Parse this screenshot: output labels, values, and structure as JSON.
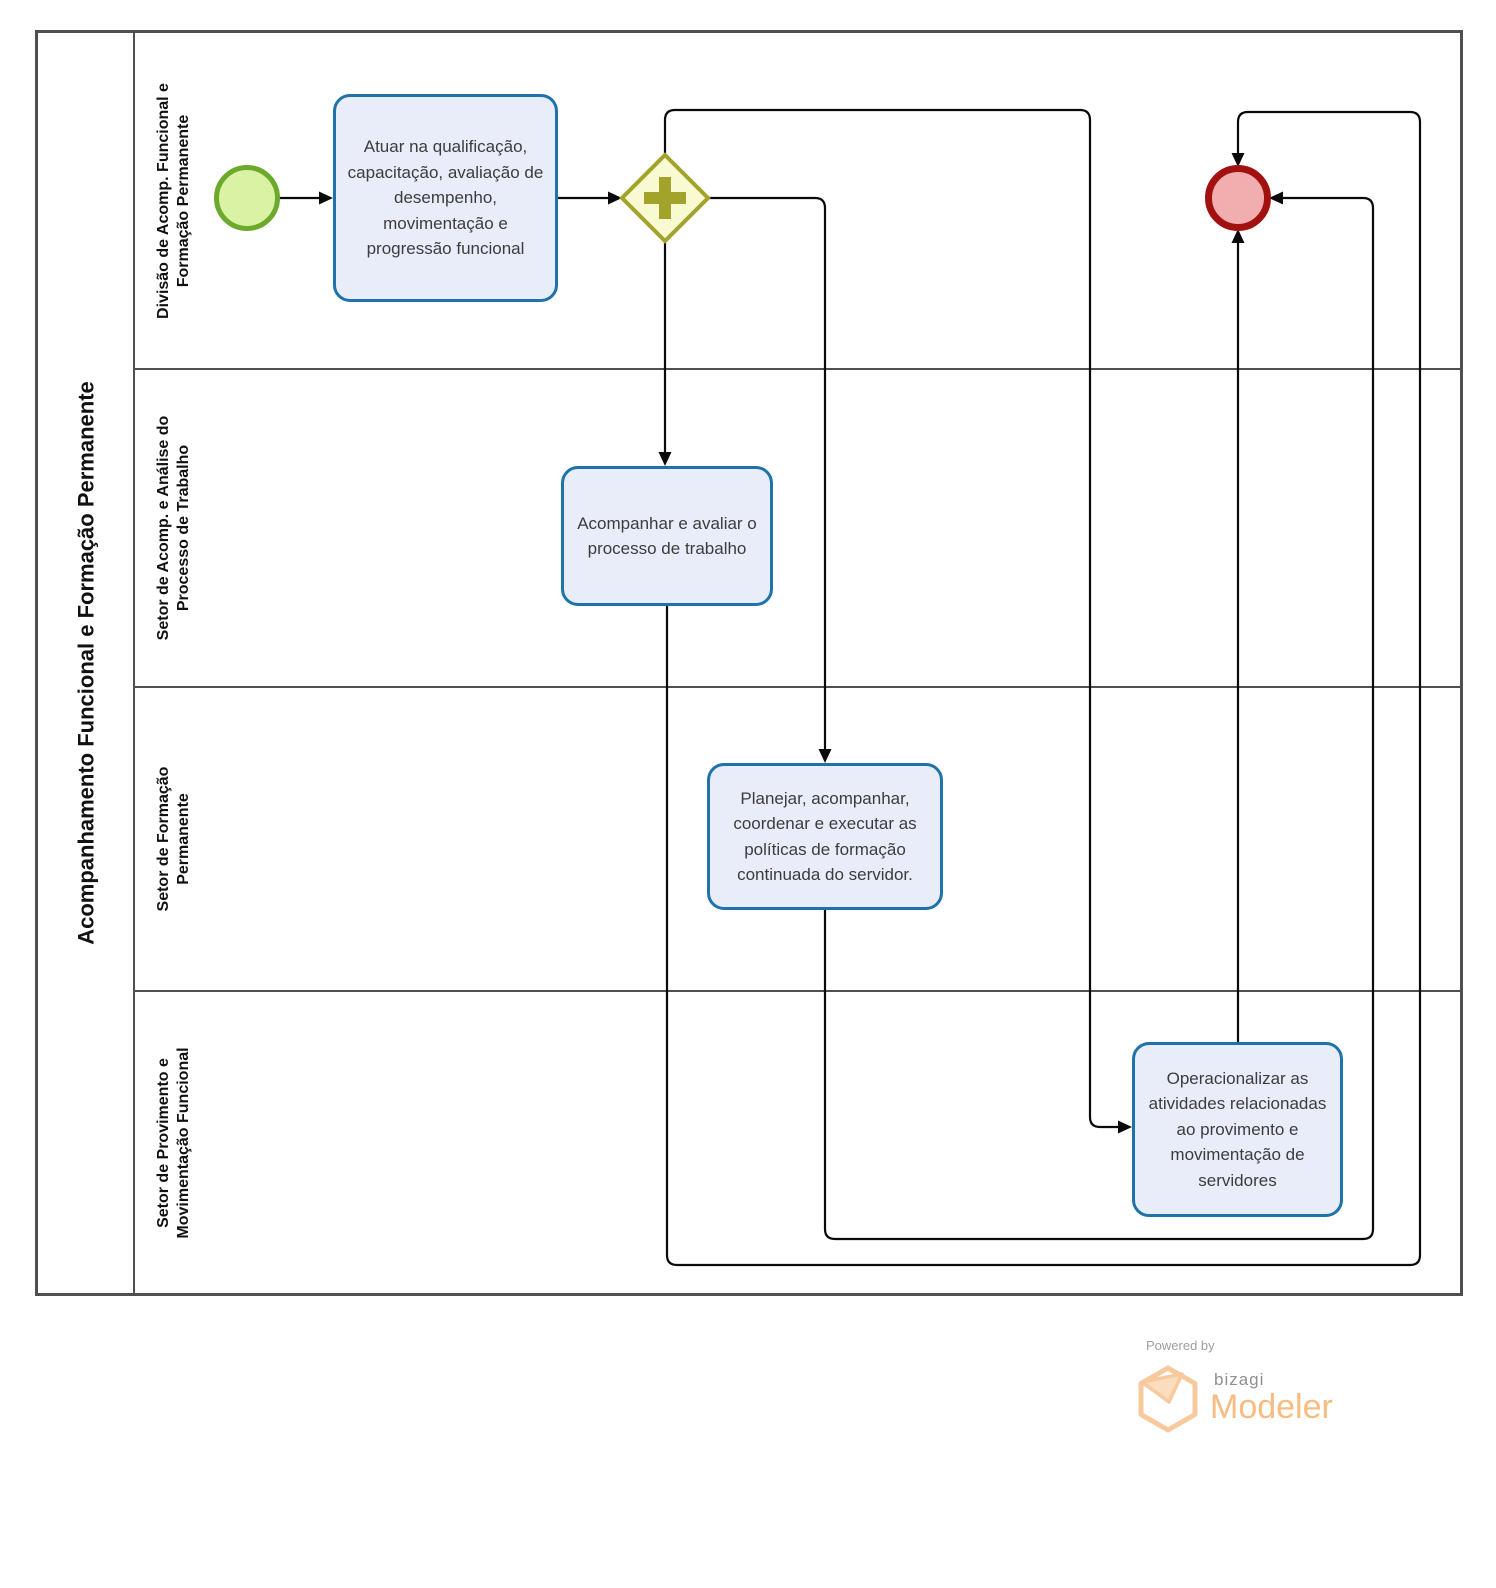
{
  "pool": {
    "title": "Acompanhamento Funcional e Formação Permanente",
    "lanes": [
      {
        "label": "Divisão de Acomp. Funcional e Formação Permanente"
      },
      {
        "label": "Setor de Acomp. e Análise do Processo de Trabalho"
      },
      {
        "label": "Setor de Formação Permanente"
      },
      {
        "label": "Setor de Provimento e Movimentação Funcional"
      }
    ]
  },
  "nodes": {
    "start_event": {
      "type": "start-event"
    },
    "task_atuar": {
      "label": "Atuar na qualificação, capacitação, avaliação de desempenho, movimentação e progressão funcional"
    },
    "gateway": {
      "type": "parallel-gateway",
      "symbol": "+"
    },
    "task_acompanhar": {
      "label": "Acompanhar e avaliar o processo de trabalho"
    },
    "task_planejar": {
      "label": "Planejar, acompanhar, coordenar e executar as políticas de formação continuada do servidor."
    },
    "task_operacionalizar": {
      "label": "Operacionalizar as atividades relacionadas ao provimento e movimentação de servidores"
    },
    "end_event": {
      "type": "end-event"
    }
  },
  "flows": [
    {
      "from": "start-event",
      "to": "task-atuar"
    },
    {
      "from": "task-atuar",
      "to": "parallel-gateway"
    },
    {
      "from": "parallel-gateway",
      "to": "task-acompanhar"
    },
    {
      "from": "parallel-gateway",
      "to": "task-planejar"
    },
    {
      "from": "parallel-gateway",
      "to": "task-operacionalizar"
    },
    {
      "from": "task-acompanhar",
      "to": "end-event"
    },
    {
      "from": "task-planejar",
      "to": "end-event"
    },
    {
      "from": "task-operacionalizar",
      "to": "end-event"
    }
  ],
  "footer": {
    "powered_by": "Powered by",
    "brand": "bizagi",
    "product": "Modeler"
  },
  "colors": {
    "task-border": "#1E73A8",
    "task-fill": "#E9EDFA",
    "start-border": "#6CA92C",
    "start-fill": "#D9F2A4",
    "gateway-border": "#A2A32A",
    "gateway-fill": "#FAFAD2",
    "end-border": "#A21010",
    "end-fill": "#F2AEAE",
    "flow-line": "#0A0A0A",
    "frame": "#4F4F4F",
    "logo-orange": "#F9BC80",
    "logo-gray": "#9E9E9E",
    "text": "#3C3C3C"
  }
}
